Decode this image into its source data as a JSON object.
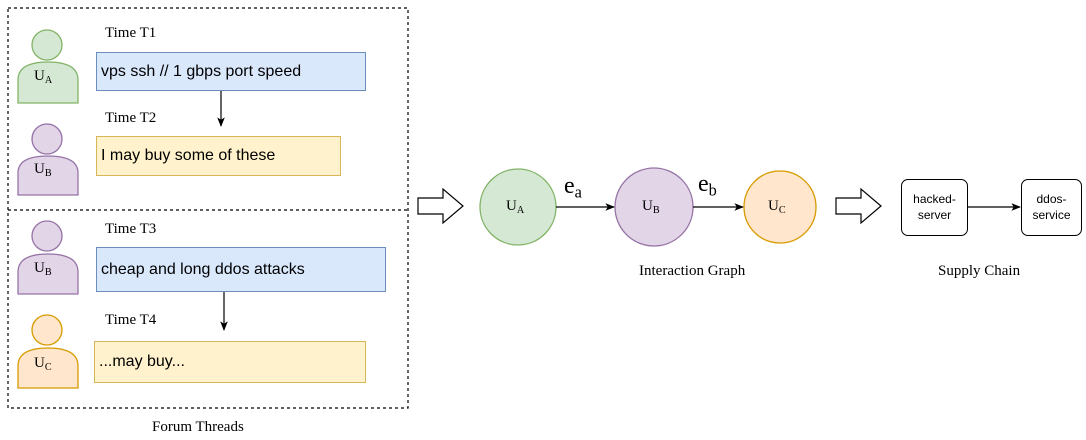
{
  "forum_threads": {
    "caption": "Forum Threads",
    "thread1": {
      "posts": [
        {
          "time": "Time T1",
          "user": "U",
          "user_sub": "A",
          "text": "vps ssh // 1 gbps port speed",
          "color": "#d5e8d4"
        },
        {
          "time": "Time T2",
          "user": "U",
          "user_sub": "B",
          "text": "I may buy some of these",
          "color": "#e1d5e7"
        }
      ]
    },
    "thread2": {
      "posts": [
        {
          "time": "Time T3",
          "user": "U",
          "user_sub": "B",
          "text": "cheap and long ddos attacks",
          "color": "#e1d5e7"
        },
        {
          "time": "Time T4",
          "user": "U",
          "user_sub": "C",
          "text": "...may buy...",
          "color": "#ffe6cc"
        }
      ]
    }
  },
  "interaction_graph": {
    "caption": "Interaction Graph",
    "nodes": [
      {
        "label": "U",
        "sub": "A",
        "color": "#d5e8d4",
        "stroke": "#82b366"
      },
      {
        "label": "U",
        "sub": "B",
        "color": "#e1d5e7",
        "stroke": "#9673a6"
      },
      {
        "label": "U",
        "sub": "C",
        "color": "#ffe6cc",
        "stroke": "#d79b00"
      }
    ],
    "edges": [
      {
        "label": "e",
        "sub": "a"
      },
      {
        "label": "e",
        "sub": "b"
      }
    ]
  },
  "supply_chain": {
    "caption": "Supply Chain",
    "nodes": [
      {
        "line1": "hacked-",
        "line2": "server"
      },
      {
        "line1": "ddos-",
        "line2": "service"
      }
    ]
  }
}
